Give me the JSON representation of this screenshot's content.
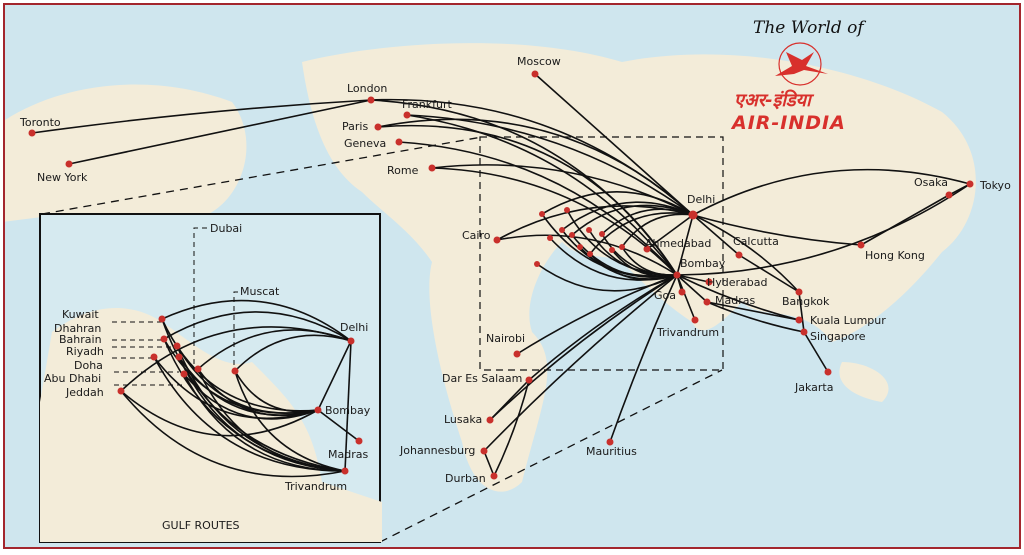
{
  "header": {
    "title": "The World of",
    "brand_hindi": "एअर-इंडिया",
    "brand": "AIR-INDIA"
  },
  "inset": {
    "title": "GULF ROUTES"
  },
  "cities": {
    "london": "London",
    "frankfurt": "Frankfurt",
    "paris": "Paris",
    "geneva": "Geneva",
    "rome": "Rome",
    "toronto": "Toronto",
    "new_york": "New York",
    "moscow": "Moscow",
    "cairo": "Cairo",
    "delhi": "Delhi",
    "ahmedabad": "Ahmedabad",
    "calcutta": "Calcutta",
    "bombay": "Bombay",
    "hyderabad": "Hyderabad",
    "goa": "Goa",
    "madras": "Madras",
    "trivandrum": "Trivandrum",
    "nairobi": "Nairobi",
    "dar_es_salaam": "Dar Es Salaam",
    "lusaka": "Lusaka",
    "johannesburg": "Johannesburg",
    "durban": "Durban",
    "mauritius": "Mauritius",
    "osaka": "Osaka",
    "tokyo": "Tokyo",
    "hong_kong": "Hong Kong",
    "bangkok": "Bangkok",
    "kuala_lumpur": "Kuala Lumpur",
    "singapore": "Singapore",
    "jakarta": "Jakarta"
  },
  "gulf_cities": {
    "dubai": "Dubai",
    "muscat": "Muscat",
    "kuwait": "Kuwait",
    "dhahran": "Dhahran",
    "bahrain": "Bahrain",
    "riyadh": "Riyadh",
    "doha": "Doha",
    "abu_dhabi": "Abu Dhabi",
    "jeddah": "Jeddah",
    "delhi": "Delhi",
    "bombay": "Bombay",
    "madras": "Madras",
    "trivandrum": "Trivandrum"
  },
  "colors": {
    "dot": "#c9302c",
    "brand": "#d8302c",
    "sea": "#cfe6ee",
    "land": "#f3ecd9",
    "frame": "#a3262d"
  }
}
